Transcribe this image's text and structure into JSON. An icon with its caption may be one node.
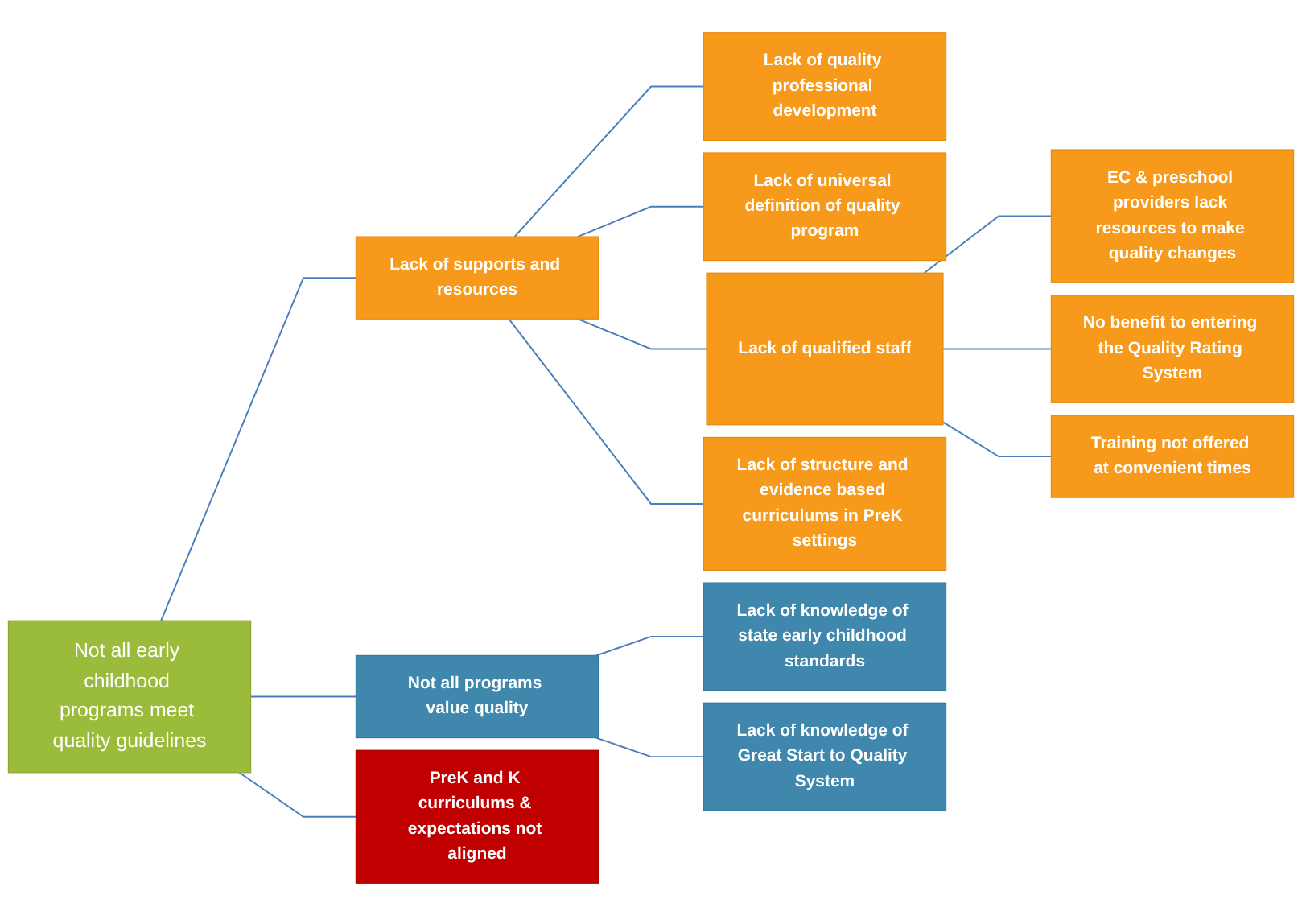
{
  "diagram": {
    "nodes": [
      {
        "text": [
          "Not all early childhood programs meet quality guidelines"
        ]
      },
      {
        "text": [
          "Lack of supports and resources"
        ]
      },
      {
        "text": [
          "Lack of quality professional development"
        ]
      },
      {
        "text": [
          "Lack of universal definition of quality program"
        ]
      },
      {
        "text": [
          "Lack of qualified staff"
        ]
      },
      {
        "text": [
          "EC & preschool providers lack resources to make quality changes"
        ]
      },
      {
        "text": [
          "No benefit to entering the Quality Rating System"
        ]
      },
      {
        "text": [
          "Training not offered at convenient times"
        ]
      },
      {
        "text": [
          "Lack of structure and evidence based curriculums in PreK settings"
        ]
      },
      {
        "text": [
          "Not all programs value quality"
        ]
      },
      {
        "text": [
          "Lack of knowledge of state early childhood standards"
        ]
      },
      {
        "text": [
          "Lack of knowledge of Great Start to Quality System"
        ]
      },
      {
        "text": [
          "PreK and K curriculums & expectations not aligned"
        ]
      }
    ],
    "edges": [
      {
        "from": 0,
        "to": 1,
        "arrow": "none"
      },
      {
        "from": 0,
        "to": 9,
        "arrow": "none"
      },
      {
        "from": 0,
        "to": 12,
        "arrow": "none"
      },
      {
        "from": 1,
        "to": 2,
        "arrow": "none"
      },
      {
        "from": 1,
        "to": 3,
        "arrow": "none"
      },
      {
        "from": 1,
        "to": 4,
        "arrow": "none"
      },
      {
        "from": 1,
        "to": 8,
        "arrow": "none"
      },
      {
        "from": 4,
        "to": 5,
        "arrow": "none"
      },
      {
        "from": 4,
        "to": 6,
        "arrow": "none"
      },
      {
        "from": 4,
        "to": 7,
        "arrow": "none"
      },
      {
        "from": 9,
        "to": 10,
        "arrow": "none"
      },
      {
        "from": 9,
        "to": 11,
        "arrow": "none"
      }
    ]
  }
}
